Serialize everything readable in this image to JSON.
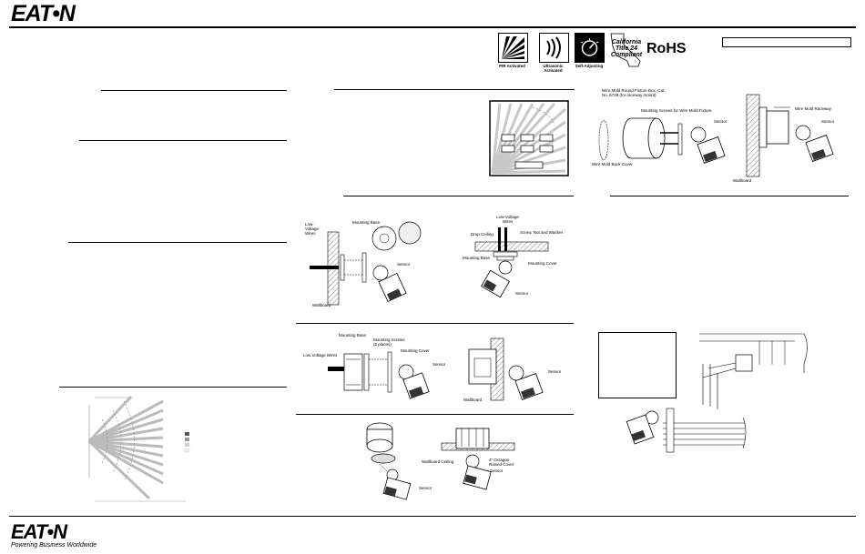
{
  "header": {
    "brand": "EAT•N"
  },
  "badges": [
    {
      "icon": "pir-icon",
      "label": "PIR Activated"
    },
    {
      "icon": "ultrasonic-icon",
      "label": "Ultrasonic Activated"
    },
    {
      "icon": "self-adjusting-icon",
      "label": "Self-Adjusting"
    }
  ],
  "california": {
    "line1": "California",
    "line2": "Title 24",
    "line3": "Compliant"
  },
  "rohs": "RoHS",
  "top_right_diagram": {
    "fixture_label": "Wire Mold Round Fixture Box, Cat. No. 5738 (for raceway mount)",
    "screws_label": "Mounting Screws for Wire Mold Fixture",
    "sensor_label": "Sensor",
    "back_cover_label": "Wire Mold Back Cover",
    "raceway_label": "Wire Mold Raceway",
    "sensor2_label": "Sensor",
    "wallboard_label": "Wallboard"
  },
  "wall_mount_diagram": {
    "low_voltage_wires": "Low-Voltage Wires",
    "mounting_base": "Mounting Base",
    "sensor": "Sensor",
    "wallboard": "Wallboard"
  },
  "ceiling_mount_diagram": {
    "low_voltage_wires": "Low-Voltage Wires",
    "drop_ceiling": "Drop Ceiling",
    "screw_nut_washer": "Screw, Nut and Washer",
    "mounting_base": "Mounting Base",
    "mounting_cover": "Mounting Cover",
    "sensor": "Sensor"
  },
  "box_mount_diagram": {
    "mounting_base": "Mounting Base",
    "mounting_screws": "Mounting Screws (2 places)",
    "low_voltage_wires": "Low Voltage Wires",
    "mounting_cover": "Mounting Cover",
    "sensor": "Sensor",
    "sensor2": "Sensor",
    "wallboard": "Wallboard"
  },
  "octagon_diagram": {
    "wallboard_ceiling": "Wallboard Ceiling",
    "octagon_cover": "4\" Octagon Raised Cover",
    "sensor": "Sensor",
    "sensor2": "Sensor"
  },
  "footer": {
    "brand": "EAT•N",
    "tagline": "Powering Business Worldwide"
  },
  "colors": {
    "ink": "#000000",
    "ray_gray": "#b5b5b5",
    "ray_light": "#d8d8d8"
  }
}
